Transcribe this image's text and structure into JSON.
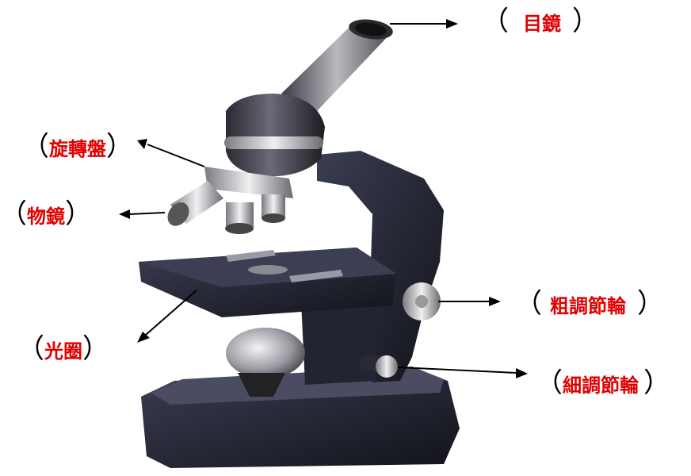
{
  "colors": {
    "label_text": "#e00000",
    "paren": "#000000",
    "arrow": "#000000"
  },
  "labels": {
    "eyepiece": "目鏡",
    "revolving_nosepiece": "旋轉盤",
    "objective_lens": "物鏡",
    "diaphragm": "光圈",
    "coarse_adjustment": "粗調節輪",
    "fine_adjustment": "細調節輪"
  },
  "parens": {
    "open": "（",
    "close": "）"
  },
  "illustration": {
    "name": "microscope"
  }
}
